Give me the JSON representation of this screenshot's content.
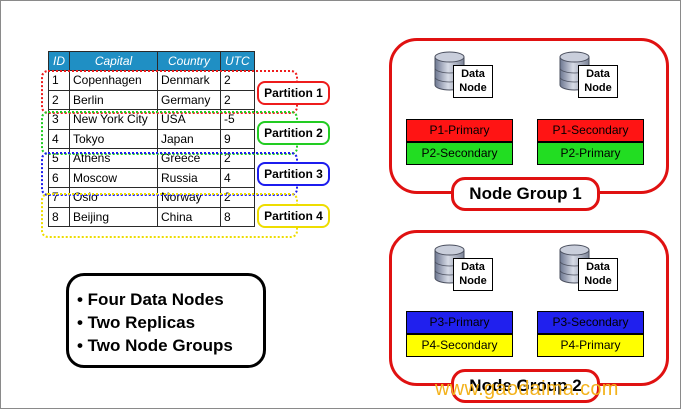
{
  "table": {
    "headers": [
      "ID",
      "Capital",
      "Country",
      "UTC"
    ],
    "rows": [
      [
        "1",
        "Copenhagen",
        "Denmark",
        "2"
      ],
      [
        "2",
        "Berlin",
        "Germany",
        "2"
      ],
      [
        "3",
        "New York City",
        "USA",
        "-5"
      ],
      [
        "4",
        "Tokyo",
        "Japan",
        "9"
      ],
      [
        "5",
        "Athens",
        "Greece",
        "2"
      ],
      [
        "6",
        "Moscow",
        "Russia",
        "4"
      ],
      [
        "7",
        "Oslo",
        "Norway",
        "2"
      ],
      [
        "8",
        "Beijing",
        "China",
        "8"
      ]
    ]
  },
  "partitions": [
    {
      "label": "Partition 1",
      "color": "#ee1c1c"
    },
    {
      "label": "Partition 2",
      "color": "#22cc22"
    },
    {
      "label": "Partition 3",
      "color": "#1c1cee"
    },
    {
      "label": "Partition 4",
      "color": "#eedd00"
    }
  ],
  "legend": [
    "• Four Data Nodes",
    "• Two Replicas",
    "• Two Node Groups"
  ],
  "data_node_label_line1": "Data",
  "data_node_label_line2": "Node",
  "node_groups": [
    {
      "title": "Node Group 1",
      "nodes": [
        {
          "parts": [
            {
              "label": "P1-Primary",
              "color": "#ff1414"
            },
            {
              "label": "P2-Secondary",
              "color": "#22dd22"
            }
          ]
        },
        {
          "parts": [
            {
              "label": "P1-Secondary",
              "color": "#ff1414"
            },
            {
              "label": "P2-Primary",
              "color": "#22dd22"
            }
          ]
        }
      ]
    },
    {
      "title": "Node Group 2",
      "nodes": [
        {
          "parts": [
            {
              "label": "P3-Primary",
              "color": "#2020ee"
            },
            {
              "label": "P4-Secondary",
              "color": "#ffff00"
            }
          ]
        },
        {
          "parts": [
            {
              "label": "P3-Secondary",
              "color": "#2020ee"
            },
            {
              "label": "P4-Primary",
              "color": "#ffff00"
            }
          ]
        }
      ]
    }
  ],
  "watermark": "www.gaodaima.com"
}
